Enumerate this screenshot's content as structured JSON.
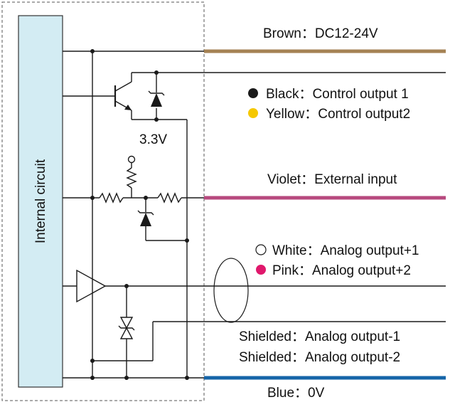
{
  "internal_label": "Internal circuit",
  "zener_voltage": "3.3V",
  "wires": {
    "brown": {
      "label": "Brown：DC12-24V",
      "color": "#a58254"
    },
    "black": {
      "label": "Black：Control output 1",
      "color": "#1a1a1a"
    },
    "yellow": {
      "label": "Yellow：Control output2",
      "color": "#f5c800"
    },
    "violet": {
      "label": "Violet：External input",
      "color": "#b7497e"
    },
    "white": {
      "label": "White：Analog output+1",
      "color": "#ffffff"
    },
    "pink": {
      "label": "Pink：Analog output+2",
      "color": "#e0186c"
    },
    "shielded1": {
      "label": "Shielded：Analog output-1"
    },
    "shielded2": {
      "label": "Shielded：Analog output-2"
    },
    "blue": {
      "label": "Blue：0V",
      "color": "#1565a8"
    }
  }
}
